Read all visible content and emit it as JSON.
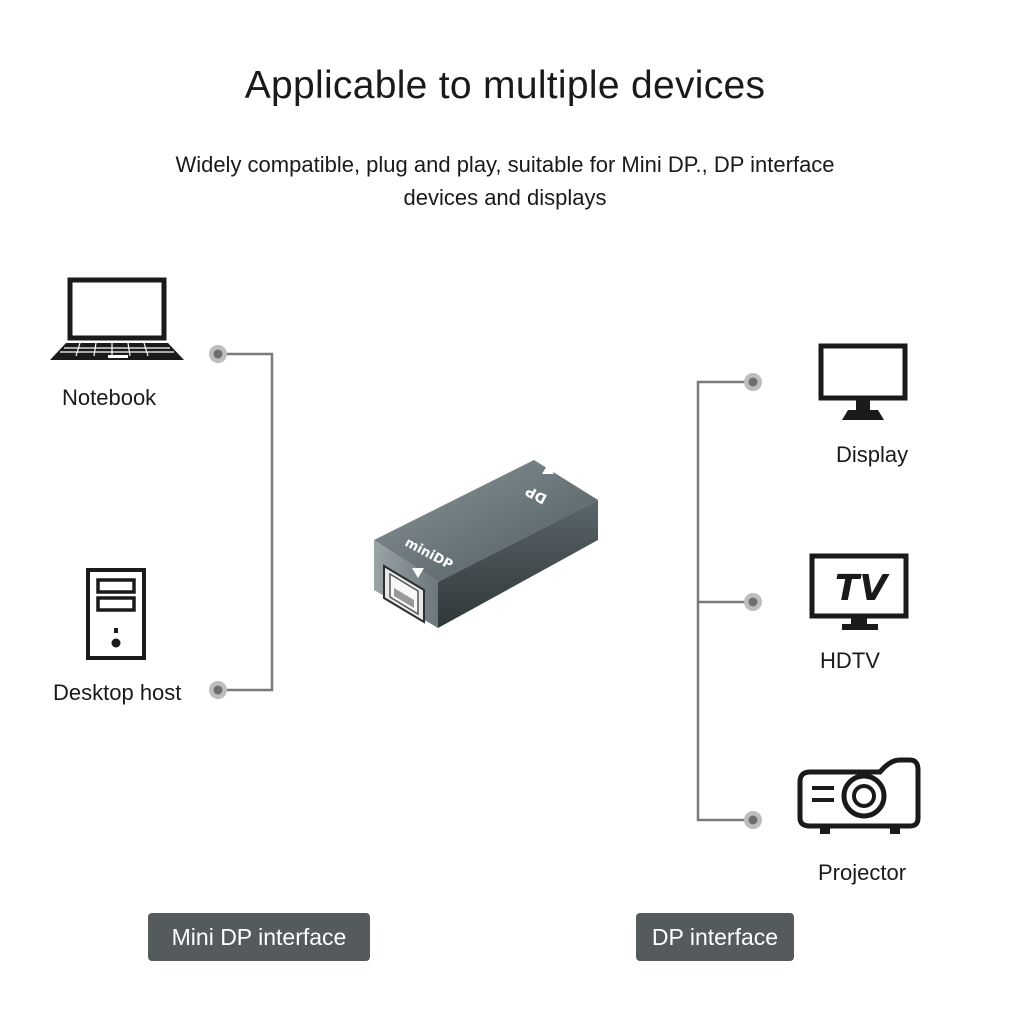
{
  "header": {
    "title": "Applicable to multiple devices",
    "subtitle": "Widely compatible, plug and play, suitable for Mini DP., DP interface devices and displays"
  },
  "left_devices": [
    {
      "label": "Notebook",
      "icon": "laptop-icon"
    },
    {
      "label": "Desktop host",
      "icon": "desktop-tower-icon"
    }
  ],
  "right_devices": [
    {
      "label": "Display",
      "icon": "monitor-icon"
    },
    {
      "label": "HDTV",
      "icon": "tv-icon",
      "icon_text": "TV"
    },
    {
      "label": "Projector",
      "icon": "projector-icon"
    }
  ],
  "adapter": {
    "label_front": "miniDP",
    "label_top": "DP"
  },
  "interfaces": {
    "left": "Mini DP interface",
    "right": "DP interface"
  },
  "colors": {
    "connector_line": "#7a7a7a",
    "pill_bg": "#555a5d",
    "adapter_body": "#4e5a5e"
  }
}
